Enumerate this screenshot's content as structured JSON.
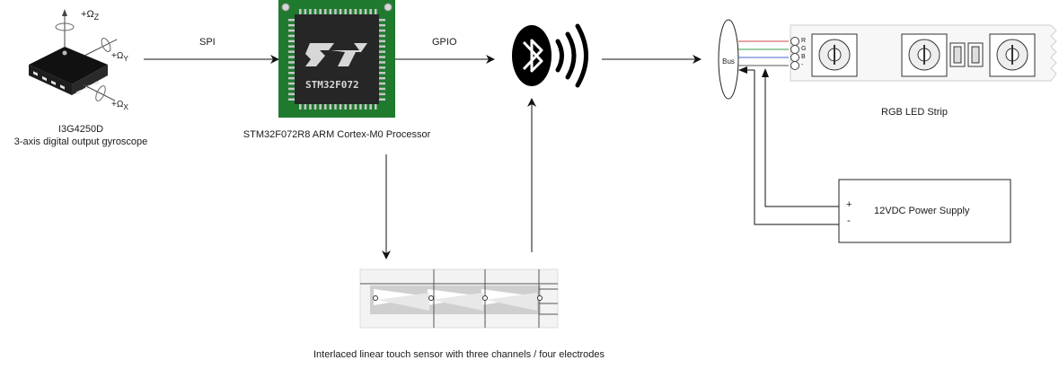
{
  "gyroscope": {
    "name": "I3G4250D",
    "description": "3-axis digital output gyroscope",
    "axis_z": "Ω",
    "axis_z_sub": "Z",
    "axis_y": "Ω",
    "axis_y_sub": "Y",
    "axis_x": "Ω",
    "axis_x_sub": "X",
    "sign": "+"
  },
  "links": {
    "spi": "SPI",
    "gpio": "GPIO"
  },
  "processor": {
    "chip_text": "STM32F072",
    "label": "STM32F072R8 ARM Cortex-M0 Processor",
    "colors": {
      "board": "#1f7a2e",
      "chip": "#262626",
      "logo": "#d7d7d7"
    }
  },
  "bluetooth": {
    "icon": "bluetooth-icon"
  },
  "bus": {
    "label": "Bus"
  },
  "led_strip": {
    "label": "RGB LED Strip",
    "pins": [
      "R",
      "G",
      "B",
      "-"
    ],
    "wire_colors": [
      "#d04a4a",
      "#3aa24a",
      "#4a6ad0",
      "#555555"
    ]
  },
  "power_supply": {
    "label": "12VDC Power Supply",
    "plus": "+",
    "minus": "-"
  },
  "touch_sensor": {
    "label": "Interlaced linear touch sensor with three channels / four electrodes"
  }
}
